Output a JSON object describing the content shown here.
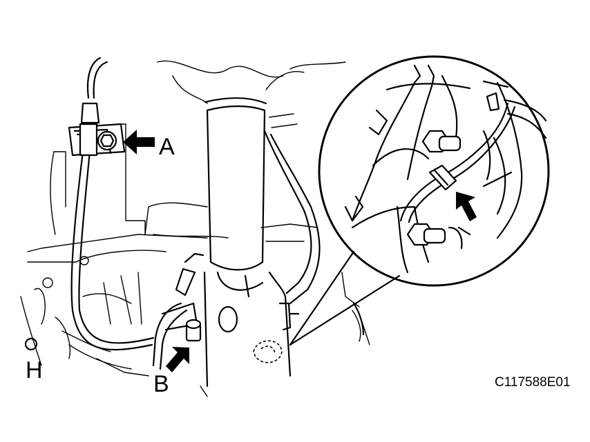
{
  "labels": {
    "a": "A",
    "b": "B",
    "h": "H"
  },
  "figure_code": "C117588E01",
  "colors": {
    "line": "#000000",
    "background": "#ffffff"
  }
}
